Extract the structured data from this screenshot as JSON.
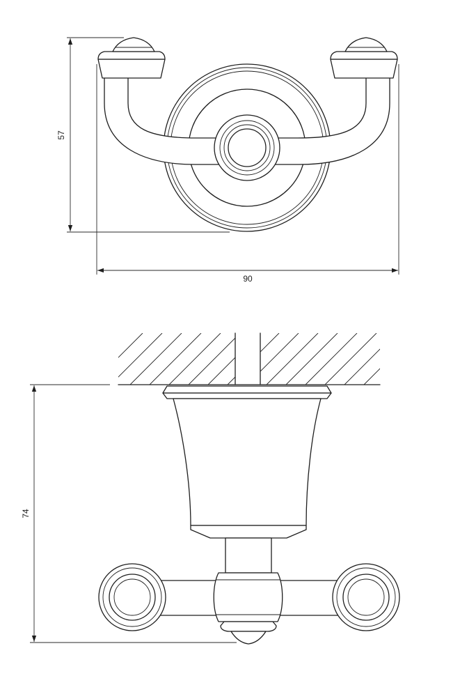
{
  "dimensions": {
    "front_height": "57",
    "front_width": "90",
    "side_depth": "74"
  }
}
